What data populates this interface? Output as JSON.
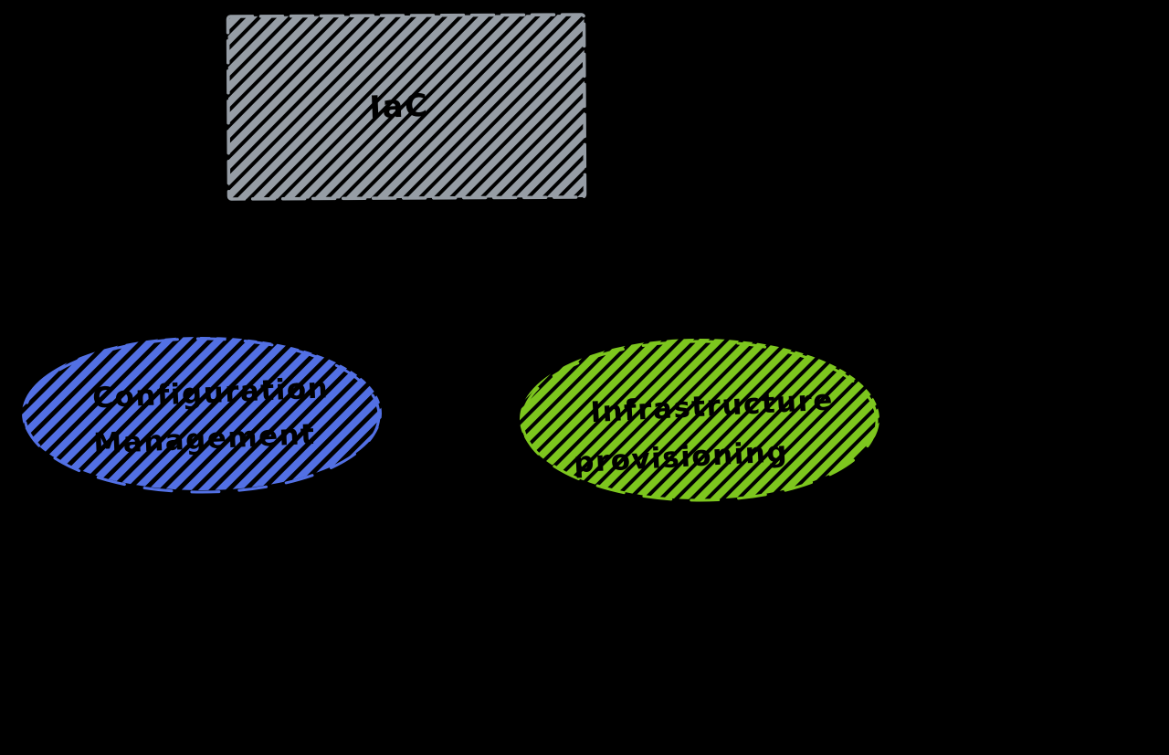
{
  "diagram": {
    "background_color": "#000000",
    "text_color": "#000000",
    "fill_style": "hachure",
    "nodes": [
      {
        "id": "iac",
        "shape": "rectangle",
        "label": "IaC",
        "color": "#969da5"
      },
      {
        "id": "configuration-management",
        "shape": "ellipse",
        "label_line1": "Configuration",
        "label_line2": "Management",
        "color": "#5270e4"
      },
      {
        "id": "infrastructure-provisioning",
        "shape": "ellipse",
        "label_line1": "Infrastructure",
        "label_line2": "provisioning",
        "color": "#7dc61e"
      }
    ]
  }
}
